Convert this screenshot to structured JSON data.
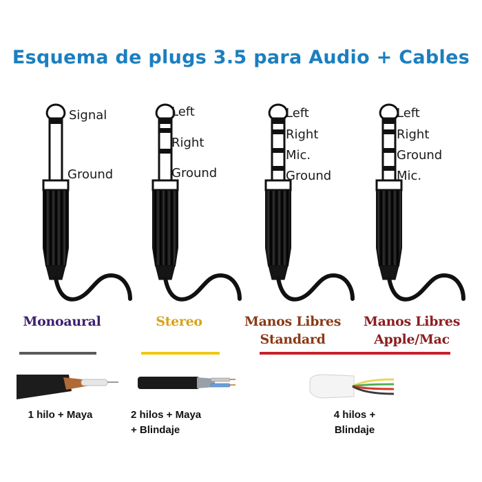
{
  "title": "Esquema de plugs 3.5 para  Audio + Cables",
  "plugs": [
    {
      "labels": [
        "Signal",
        "Ground"
      ]
    },
    {
      "labels": [
        "Left",
        "Right",
        "Ground"
      ]
    },
    {
      "labels": [
        "Left",
        "Right",
        "Mic.",
        "Ground"
      ]
    },
    {
      "labels": [
        "Left",
        "Right",
        "Ground",
        "Mic."
      ]
    }
  ],
  "categories": [
    {
      "lines": [
        "Monoaural"
      ],
      "color": "#3d1f6e",
      "line_color": "#5a5a5a"
    },
    {
      "lines": [
        "Stereo"
      ],
      "color": "#d9a21a",
      "line_color": "#f0c814"
    },
    {
      "lines": [
        "Manos Libres",
        "Standard"
      ],
      "color": "#8a3a16",
      "line_color": "#c8202a"
    },
    {
      "lines": [
        "Manos Libres",
        "Apple/Mac"
      ],
      "color": "#8c1e20",
      "line_color": "#c8202a"
    }
  ],
  "cables": [
    {
      "caption": [
        "1 hilo + Maya"
      ]
    },
    {
      "caption": [
        "2 hilos + Maya",
        "+ Blindaje"
      ]
    },
    {
      "caption": [
        "4 hilos +",
        "Blindaje"
      ]
    }
  ]
}
